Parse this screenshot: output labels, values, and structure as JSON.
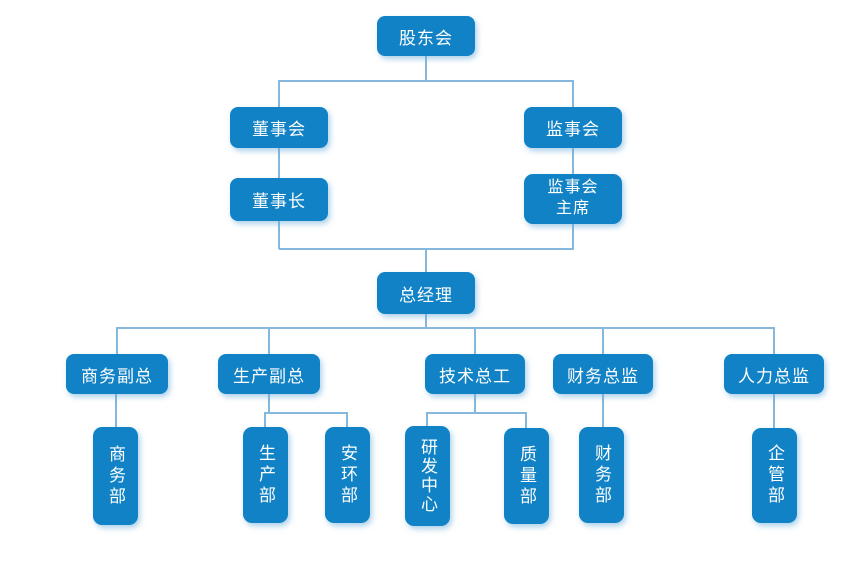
{
  "colors": {
    "node_fill": "#1182c5",
    "node_text": "#ffffff",
    "connector": "#84b8dc",
    "background": "#ffffff"
  },
  "org_chart": {
    "nodes": {
      "shareholders": {
        "label": "股东会"
      },
      "board_of_directors": {
        "label": "董事会"
      },
      "supervisory_board": {
        "label": "监事会"
      },
      "chairman": {
        "label": "董事长"
      },
      "supervisory_board_chairman": {
        "label": "监事会\n主席"
      },
      "general_manager": {
        "label": "总经理"
      },
      "vp_business": {
        "label": "商务副总"
      },
      "vp_production": {
        "label": "生产副总"
      },
      "chief_engineer": {
        "label": "技术总工"
      },
      "finance_director": {
        "label": "财务总监"
      },
      "hr_director": {
        "label": "人力总监"
      },
      "dept_business": {
        "label": "商务部"
      },
      "dept_production": {
        "label": "生产部"
      },
      "dept_safety_env": {
        "label": "安环部"
      },
      "rd_center": {
        "label": "研发中心"
      },
      "dept_quality": {
        "label": "质量部"
      },
      "dept_finance": {
        "label": "财务部"
      },
      "dept_enterprise_mgmt": {
        "label": "企管部"
      }
    }
  }
}
